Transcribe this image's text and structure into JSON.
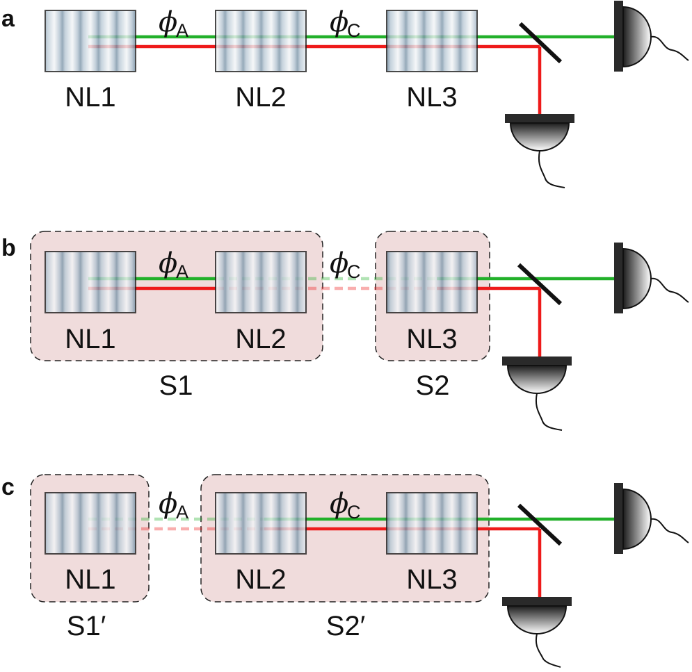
{
  "colors": {
    "signal": "#22b02a",
    "idler": "#ee1a1a",
    "group_fill": "#f0dcdc",
    "group_stroke": "#222222",
    "detector_dark": "#2a2a2a",
    "detector_light": "#ffffff"
  },
  "panels": [
    {
      "letter": "a",
      "crystals": [
        "NL1",
        "NL2",
        "NL3"
      ],
      "phases": [
        {
          "symbol": "ϕ",
          "sub": "A"
        },
        {
          "symbol": "ϕ",
          "sub": "C"
        }
      ],
      "groups": []
    },
    {
      "letter": "b",
      "crystals": [
        "NL1",
        "NL2",
        "NL3"
      ],
      "phases": [
        {
          "symbol": "ϕ",
          "sub": "A"
        },
        {
          "symbol": "ϕ",
          "sub": "C"
        }
      ],
      "groups": [
        "S1",
        "S2"
      ]
    },
    {
      "letter": "c",
      "crystals": [
        "NL1",
        "NL2",
        "NL3"
      ],
      "phases": [
        {
          "symbol": "ϕ",
          "sub": "A"
        },
        {
          "symbol": "ϕ",
          "sub": "C"
        }
      ],
      "groups": [
        "S1′",
        "S2′"
      ]
    }
  ],
  "icons": [
    "beam-splitter-icon",
    "photodetector-icon",
    "nonlinear-crystal-icon"
  ]
}
